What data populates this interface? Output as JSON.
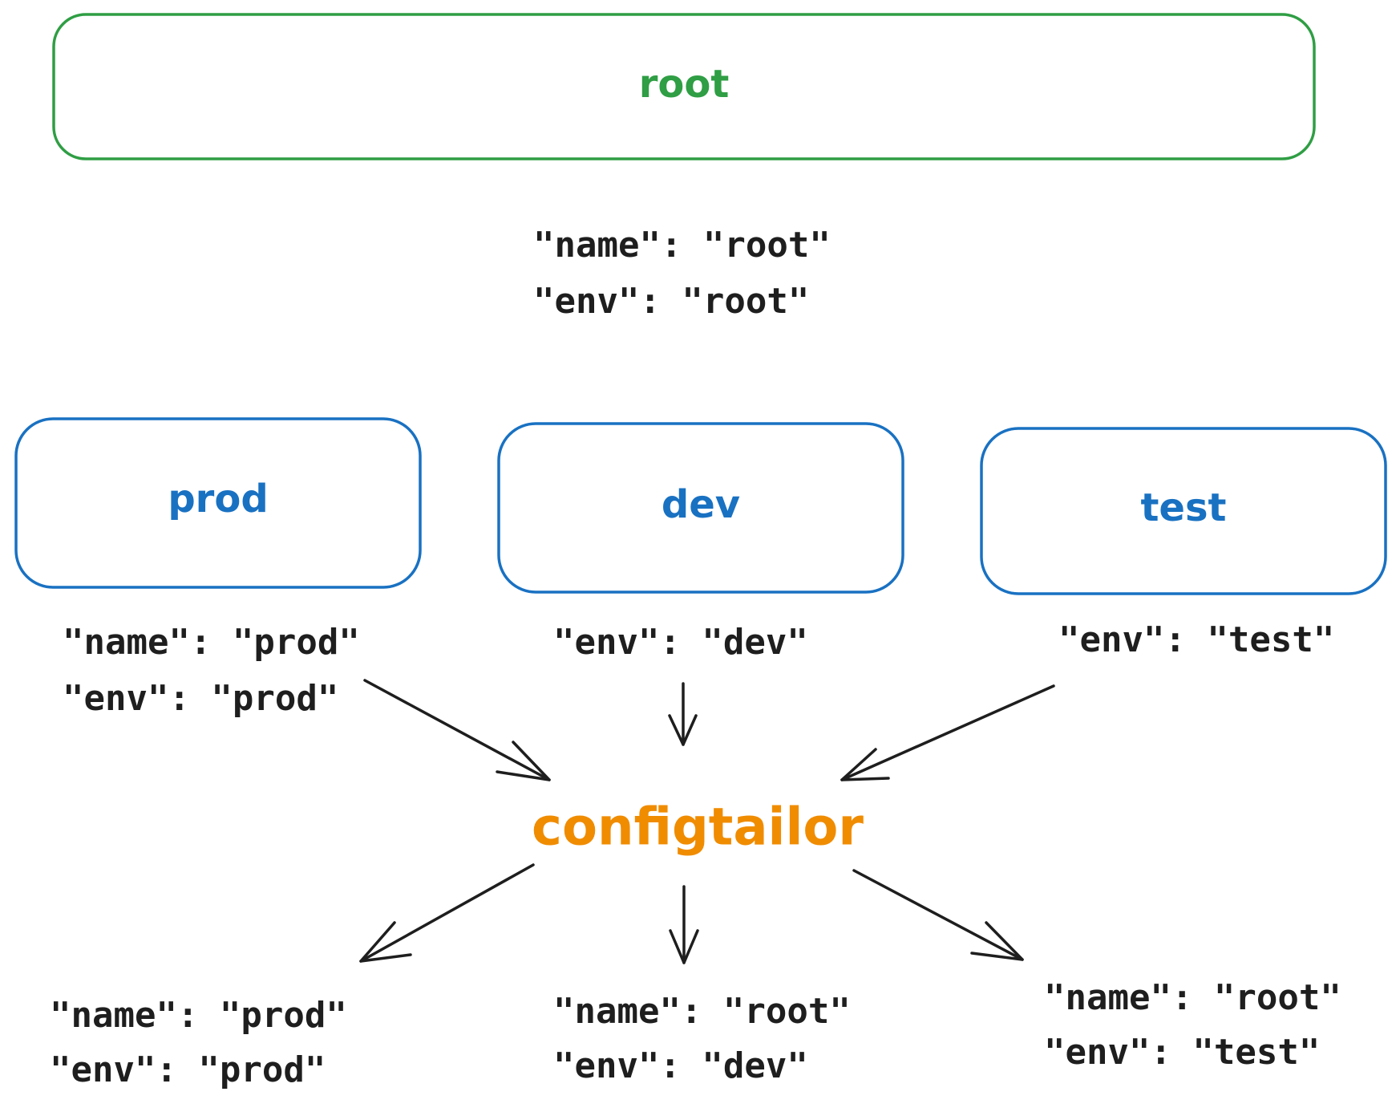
{
  "colors": {
    "root": "#2f9e44",
    "env": "#1971c2",
    "tool": "#f08c00",
    "text": "#1e1e1e"
  },
  "root": {
    "label": "root",
    "config": [
      "\"name\": \"root\"",
      "\"env\": \"root\""
    ]
  },
  "envs": [
    {
      "label": "prod",
      "config": [
        "\"name\": \"prod\"",
        "\"env\": \"prod\""
      ]
    },
    {
      "label": "dev",
      "config": [
        "\"env\": \"dev\""
      ]
    },
    {
      "label": "test",
      "config": [
        "\"env\": \"test\""
      ]
    }
  ],
  "tool": {
    "label": "configtailor"
  },
  "outputs": [
    {
      "config": [
        "\"name\": \"prod\"",
        "\"env\": \"prod\""
      ]
    },
    {
      "config": [
        "\"name\": \"root\"",
        "\"env\": \"dev\""
      ]
    },
    {
      "config": [
        "\"name\": \"root\"",
        "\"env\": \"test\""
      ]
    }
  ]
}
